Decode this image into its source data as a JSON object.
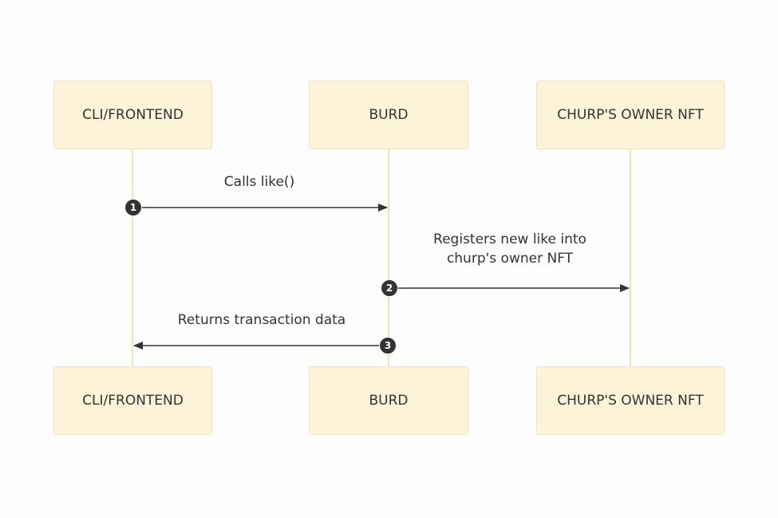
{
  "actors": [
    {
      "top_label": "CLI/FRONTEND",
      "bottom_label": "CLI/FRONTEND"
    },
    {
      "top_label": "BURD",
      "bottom_label": "BURD"
    },
    {
      "top_label": "CHURP'S OWNER NFT",
      "bottom_label": "CHURP'S OWNER NFT"
    }
  ],
  "messages": [
    {
      "number": "1",
      "label": "Calls like()",
      "from": "CLI/FRONTEND",
      "to": "BURD"
    },
    {
      "number": "2",
      "label_line1": "Registers new like into",
      "label_line2": "churp's owner NFT",
      "from": "BURD",
      "to": "CHURP'S OWNER NFT"
    },
    {
      "number": "3",
      "label": "Returns transaction data",
      "from": "BURD",
      "to": "CLI/FRONTEND"
    }
  ],
  "colors": {
    "actor_fill": "#fdf3d8",
    "actor_border": "#ece3c7",
    "lifeline": "#ede2b8",
    "arrow": "#333333",
    "text": "#333333",
    "badge": "#333333"
  }
}
